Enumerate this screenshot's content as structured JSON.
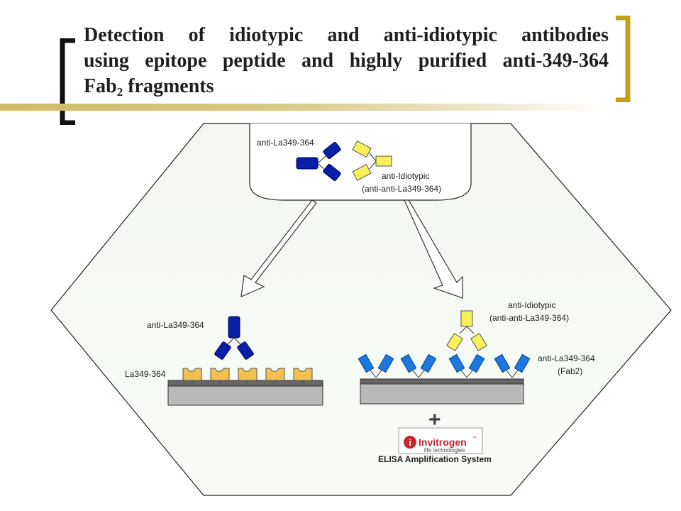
{
  "slide": {
    "title_line1": "Detection of idiotypic and anti-idiotypic antibodies",
    "title_line2": "using epitope peptide and highly purified anti-349-364",
    "title_line3_main": "Fab",
    "title_line3_sub": "2",
    "title_line3_rest": " fragments"
  },
  "diagram": {
    "top_label_antibody": "anti-La349-364",
    "top_label_antiidio_1": "anti-Idiotypic",
    "top_label_antiidio_2": "(anti-anti-La349-364)",
    "left_label_antibody": "anti-La349-364",
    "left_label_peptide": "La349-364",
    "right_label_antiidio_1": "anti-Idiotypic",
    "right_label_antiidio_2": "(anti-anti-La349-364)",
    "right_label_fab_1": "anti-La349-364",
    "right_label_fab_2": "(Fab2)",
    "plus_sign": "+",
    "logo_brand": "Invitrogen",
    "logo_tm": "™",
    "logo_sub": "life technologies",
    "elisa_label": "ELISA Amplification System"
  },
  "colors": {
    "bracket_dark": "#111111",
    "bracket_gold": "#c8a018",
    "antibody_blue_dark": "#0a1fa6",
    "fab_blue": "#1a78e0",
    "antiidio_yellow": "#f6f15a",
    "peptide_orange": "#f3bf4e",
    "plate_gray": "#b9b9b9",
    "logo_red": "#c8242c"
  }
}
